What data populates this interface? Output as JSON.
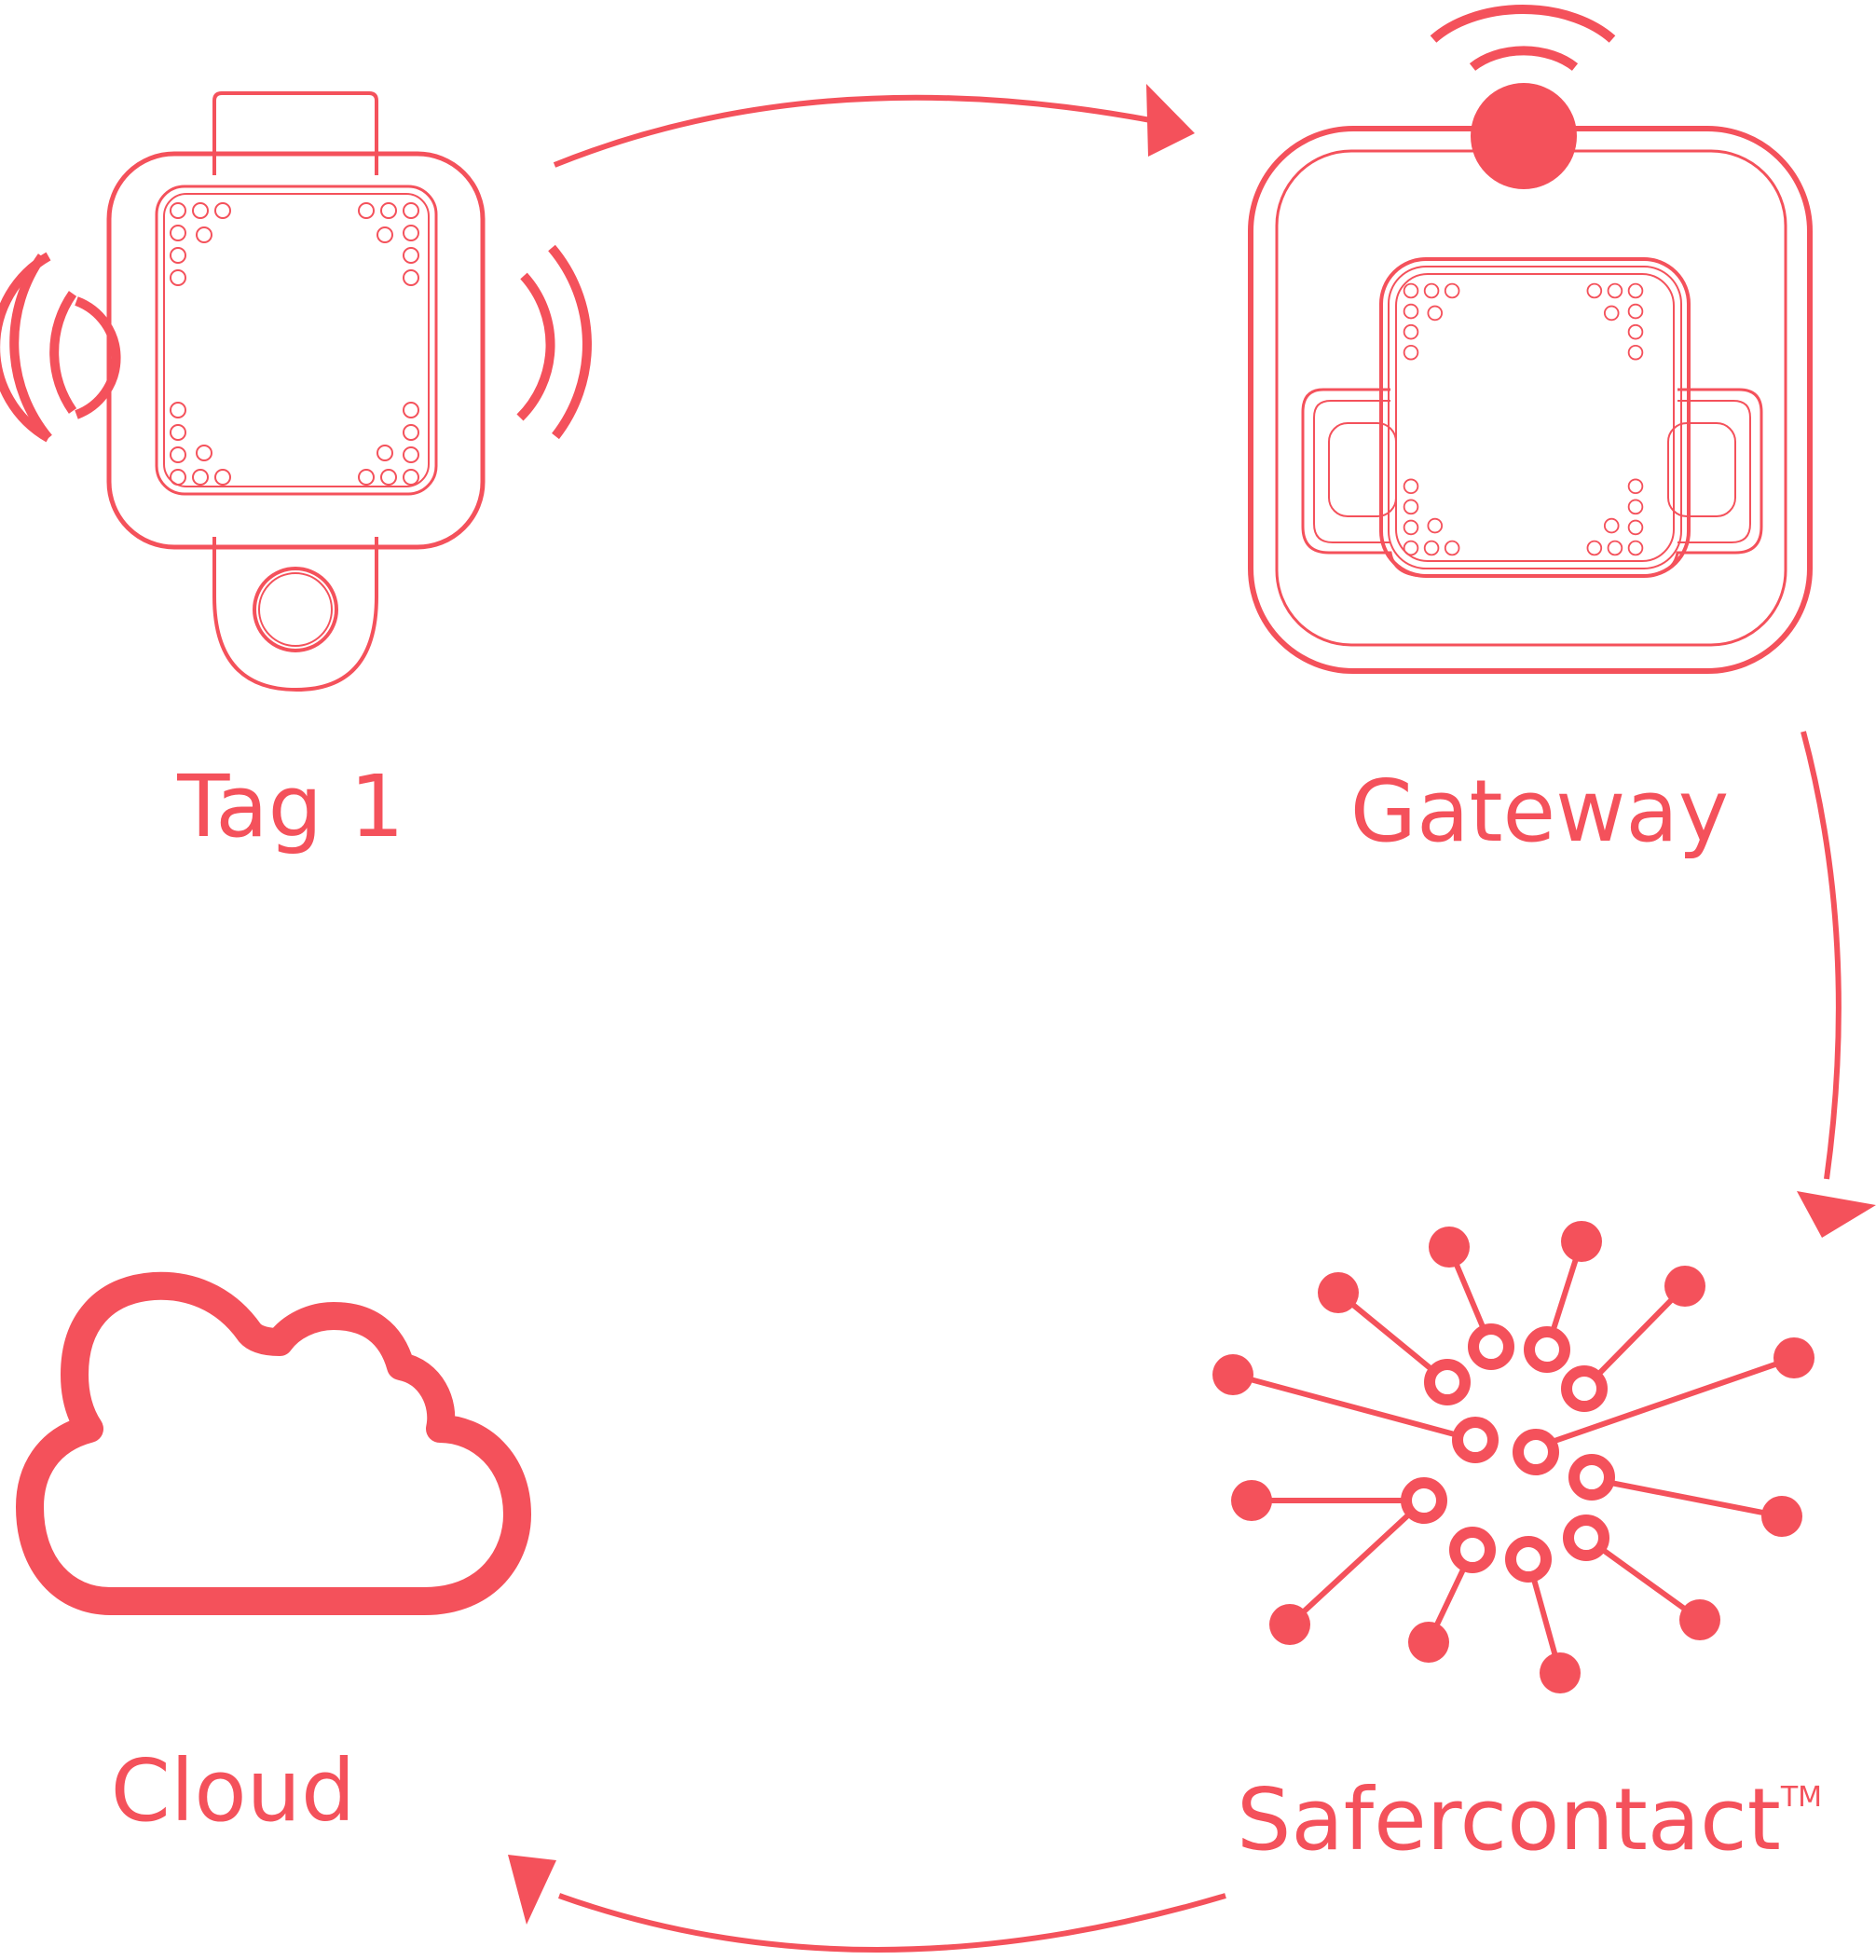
{
  "colors": {
    "accent": "#f4515b",
    "background": "#ffffff"
  },
  "nodes": {
    "tag": {
      "label": "Tag 1",
      "icon": "wearable-tag-icon"
    },
    "gateway": {
      "label": "Gateway",
      "icon": "gateway-dock-icon"
    },
    "safercontact": {
      "label": "Safercontact",
      "trademark": "TM",
      "icon": "network-hub-icon"
    },
    "cloud": {
      "label": "Cloud",
      "icon": "cloud-icon"
    }
  }
}
